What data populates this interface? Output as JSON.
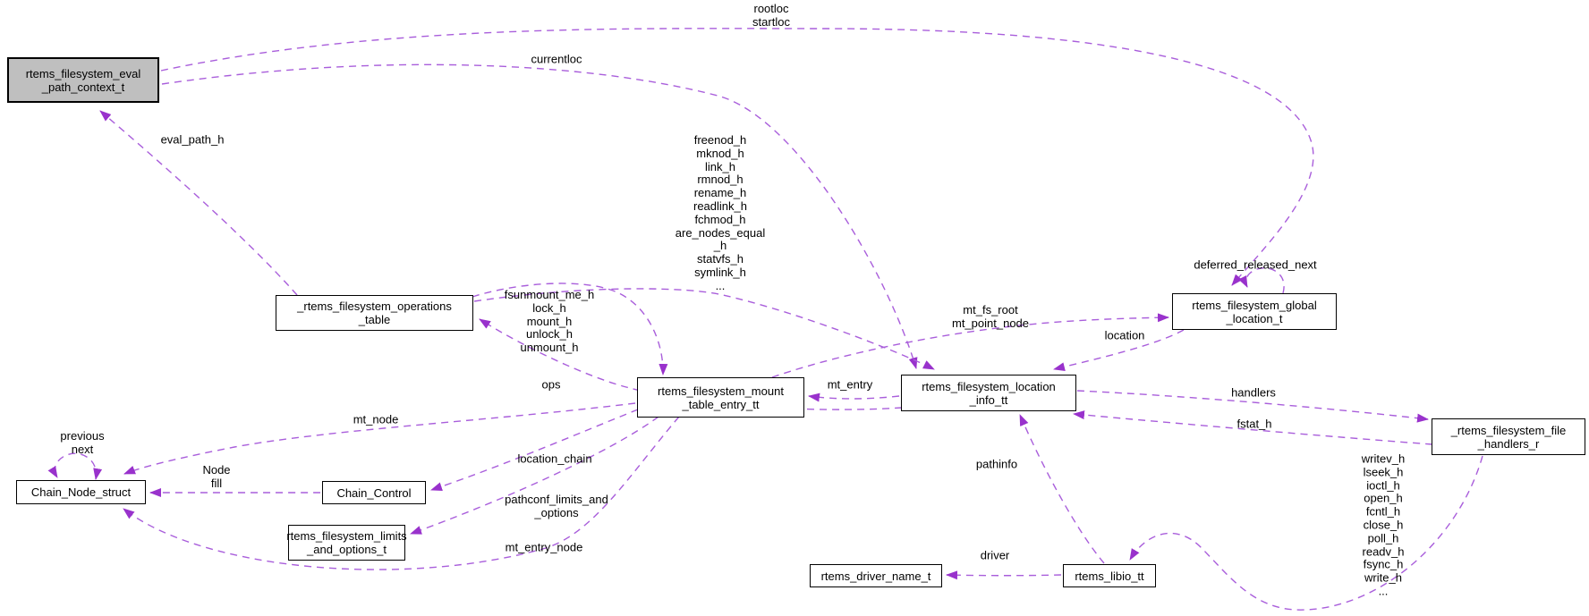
{
  "colors": {
    "edge": "#A95EDB",
    "arrow": "#9932CC",
    "node_fill": "#ffffff",
    "node_border": "#000000",
    "highlight_fill": "#BFBFBF",
    "background": "#ffffff"
  },
  "nodes": {
    "eval_path_context": {
      "lines": [
        "rtems_filesystem_eval",
        "_path_context_t"
      ]
    },
    "operations_table": {
      "lines": [
        "_rtems_filesystem_operations",
        "_table"
      ]
    },
    "mount_table_entry": {
      "lines": [
        "rtems_filesystem_mount",
        "_table_entry_tt"
      ]
    },
    "location_info": {
      "lines": [
        "rtems_filesystem_location",
        "_info_tt"
      ]
    },
    "global_location": {
      "lines": [
        "rtems_filesystem_global",
        "_location_t"
      ]
    },
    "file_handlers": {
      "lines": [
        "_rtems_filesystem_file",
        "_handlers_r"
      ]
    },
    "chain_node": {
      "lines": [
        "Chain_Node_struct"
      ]
    },
    "chain_control": {
      "lines": [
        "Chain_Control"
      ]
    },
    "limits_and_options": {
      "lines": [
        "rtems_filesystem_limits",
        "_and_options_t"
      ]
    },
    "driver_name": {
      "lines": [
        "rtems_driver_name_t"
      ]
    },
    "libio": {
      "lines": [
        "rtems_libio_tt"
      ]
    }
  },
  "edge_labels": {
    "rootloc_startloc": {
      "lines": [
        "rootloc",
        "startloc"
      ]
    },
    "currentloc": {
      "text": "currentloc"
    },
    "eval_path_h": {
      "text": "eval_path_h"
    },
    "ops_handler_list": {
      "lines": [
        "freenod_h",
        "mknod_h",
        "link_h",
        "rmnod_h",
        "rename_h",
        "readlink_h",
        "fchmod_h",
        "are_nodes_equal",
        "_h",
        "statvfs_h",
        "symlink_h",
        "..."
      ]
    },
    "mount_handler_list": {
      "lines": [
        "fsunmount_me_h",
        "lock_h",
        "mount_h",
        "unlock_h",
        "unmount_h"
      ]
    },
    "ops": {
      "text": "ops"
    },
    "mt_entry": {
      "text": "mt_entry"
    },
    "mt_fs_root_point": {
      "lines": [
        "mt_fs_root",
        "mt_point_node"
      ]
    },
    "location": {
      "text": "location"
    },
    "deferred_released_next": {
      "text": "deferred_released_next"
    },
    "handlers": {
      "text": "handlers"
    },
    "fstat_h": {
      "text": "fstat_h"
    },
    "file_handler_list": {
      "lines": [
        "writev_h",
        "lseek_h",
        "ioctl_h",
        "open_h",
        "fcntl_h",
        "close_h",
        "poll_h",
        "readv_h",
        "fsync_h",
        "write_h",
        "..."
      ]
    },
    "pathinfo": {
      "text": "pathinfo"
    },
    "driver": {
      "text": "driver"
    },
    "mt_node": {
      "text": "mt_node"
    },
    "node_fill": {
      "lines": [
        "Node",
        "fill"
      ]
    },
    "previous_next": {
      "lines": [
        "previous",
        "next"
      ]
    },
    "location_chain": {
      "text": "location_chain"
    },
    "pathconf_limits": {
      "lines": [
        "pathconf_limits_and",
        "_options"
      ]
    },
    "mt_entry_node": {
      "text": "mt_entry_node"
    }
  }
}
